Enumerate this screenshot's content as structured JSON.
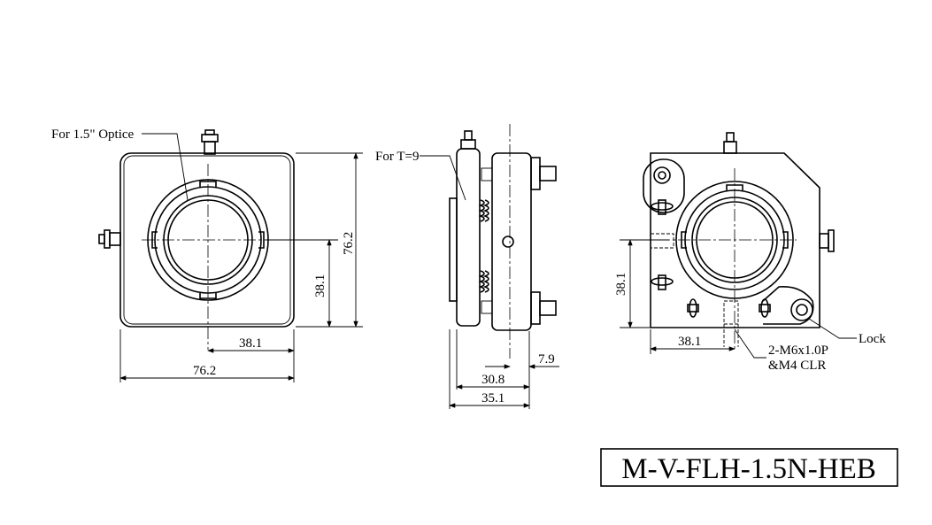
{
  "front_view": {
    "callout": "For 1.5\" Optice",
    "dim_center_x": "38.1",
    "dim_width": "76.2",
    "dim_center_y": "38.1",
    "dim_height": "76.2"
  },
  "side_view": {
    "callout": "For T=9",
    "dim_offset": "7.9",
    "dim_depth_a": "30.8",
    "dim_depth_b": "35.1"
  },
  "back_view": {
    "dim_center_y": "38.1",
    "dim_center_x": "38.1",
    "lock_label": "Lock",
    "hole_label_1": "2-M6x1.0P",
    "hole_label_2": "&M4 CLR"
  },
  "model_label": "M-V-FLH-1.5N-HEB"
}
